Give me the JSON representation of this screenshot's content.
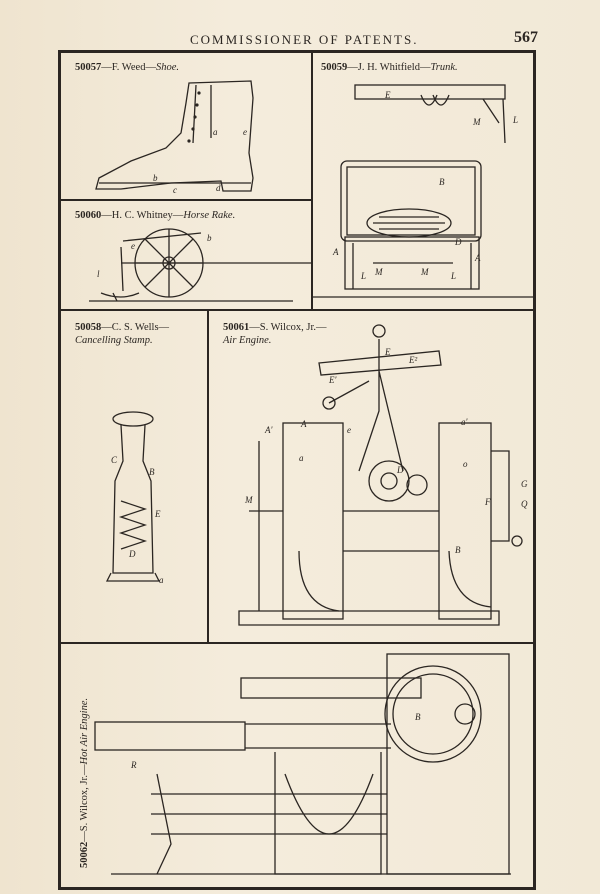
{
  "header": {
    "running_head": "COMMISSIONER OF PATENTS.",
    "page_number": "567"
  },
  "figures": [
    {
      "number": "50057",
      "caption_sep": "—F. Weed—",
      "title": "Shoe."
    },
    {
      "number": "50059",
      "caption_sep": "—J. H. Whitfield—",
      "title": "Trunk."
    },
    {
      "number": "50060",
      "caption_sep": "—H. C. Whitney—",
      "title": "Horse Rake."
    },
    {
      "number": "50058",
      "caption_sep": "—C. S. Wells—",
      "title": "Cancelling Stamp."
    },
    {
      "number": "50061",
      "caption_sep": "—S. Wilcox, Jr.—",
      "title": "Air Engine."
    },
    {
      "number": "50062",
      "caption_sep": "—S. Wilcox, Jr.—",
      "title": "Hot Air Engine."
    }
  ],
  "labels": {
    "shoe": [
      "a",
      "b",
      "c",
      "d",
      "e"
    ],
    "trunk": [
      "E",
      "A",
      "M",
      "L",
      "B",
      "D"
    ],
    "rake": [
      "b",
      "e",
      "l"
    ],
    "stamp": [
      "C",
      "B",
      "E",
      "D",
      "a"
    ],
    "air_engine": [
      "E",
      "E²",
      "E'",
      "A",
      "A'",
      "e",
      "a",
      "a'",
      "D",
      "M",
      "o",
      "B",
      "G",
      "Q",
      "F"
    ],
    "hot_air": [
      "B",
      "R"
    ]
  }
}
